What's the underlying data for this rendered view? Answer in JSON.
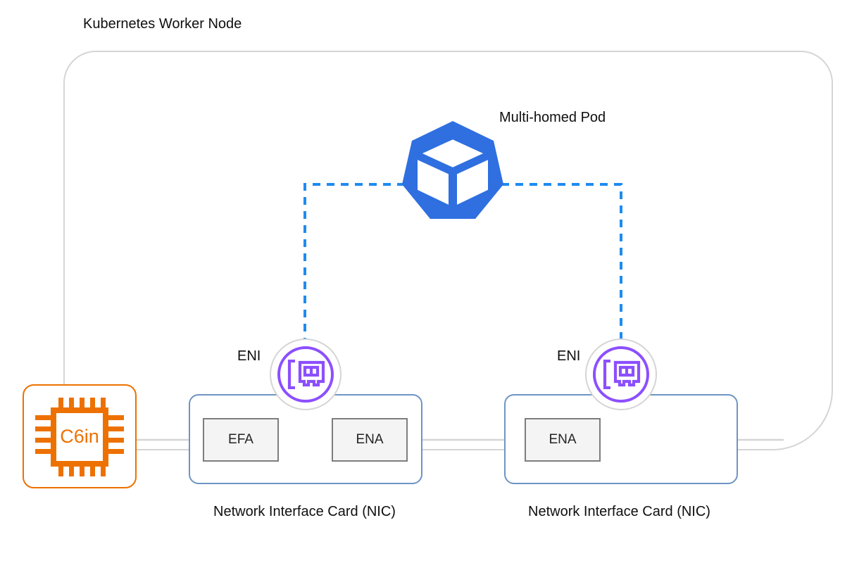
{
  "diagram": {
    "title": "Kubernetes Worker Node",
    "node_boundary_color": "#d5d5d5",
    "background": "#ffffff"
  },
  "pod": {
    "label": "Multi-homed Pod",
    "icon": "kubernetes-logo-icon",
    "color": "#2F6FE0",
    "link_style": "dashed",
    "link_color": "#1E8BF0"
  },
  "instance": {
    "label": "C6in",
    "icon": "cpu-chip-icon",
    "color": "#ED7100"
  },
  "eni": [
    {
      "label": "ENI",
      "icon": "network-interface-card-icon",
      "color": "#8C4FFF"
    },
    {
      "label": "ENI",
      "icon": "network-interface-card-icon",
      "color": "#8C4FFF"
    }
  ],
  "nics": [
    {
      "caption": "Network Interface Card (NIC)",
      "border_color": "#6f94c4",
      "interfaces": [
        {
          "label": "EFA"
        },
        {
          "label": "ENA"
        }
      ]
    },
    {
      "caption": "Network Interface Card (NIC)",
      "border_color": "#6f94c4",
      "interfaces": [
        {
          "label": "ENA"
        }
      ]
    }
  ],
  "connectors": {
    "bus_color": "#d5d5d5",
    "pod_link_color": "#1E8BF0"
  }
}
